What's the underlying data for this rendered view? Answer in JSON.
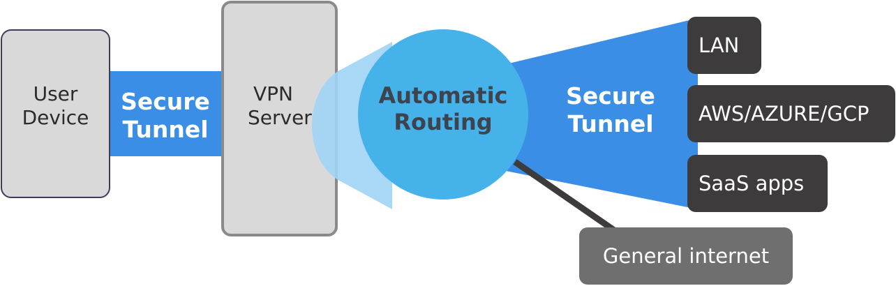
{
  "colors": {
    "tunnel_blue": "#3a8ee6",
    "circle_blue": "#46b2ea",
    "cone_light": "#9fd4f5",
    "device_fill": "#d9d9d9",
    "device_border": "#3d3b5a",
    "server_border": "#8a8a8a",
    "dark_box": "#3d3b3c",
    "gray_box": "#6f6f6f",
    "connector": "#3d3b3c"
  },
  "nodes": {
    "user_device": {
      "line1": "User",
      "line2": "Device"
    },
    "vpn_server": {
      "line1": "VPN",
      "line2": "Server"
    },
    "routing": {
      "line1": "Automatic",
      "line2": "Routing"
    }
  },
  "tunnels": {
    "left": {
      "line1": "Secure",
      "line2": "Tunnel"
    },
    "right": {
      "line1": "Secure",
      "line2": "Tunnel"
    }
  },
  "destinations": [
    "LAN",
    "AWS/AZURE/GCP",
    "SaaS apps"
  ],
  "internet": "General internet"
}
